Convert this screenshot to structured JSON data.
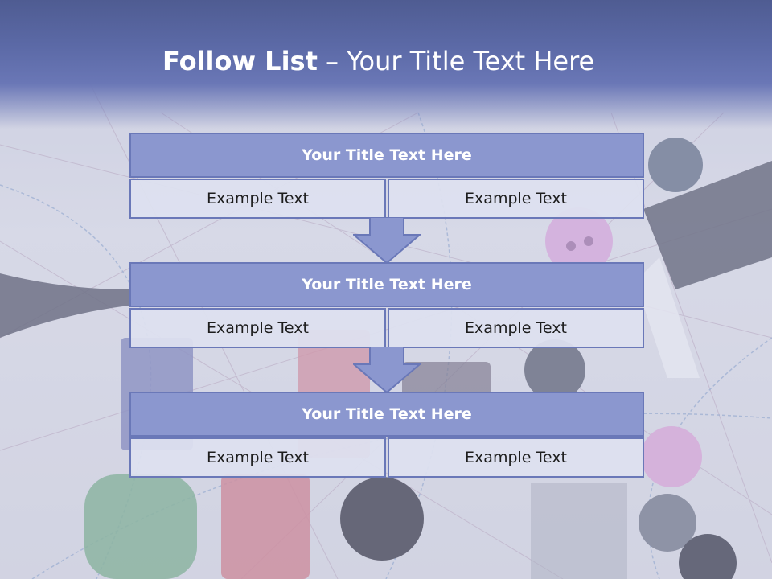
{
  "slide": {
    "title_bold": "Follow List",
    "title_rest": " – Your Title Text Here"
  },
  "follow_list": [
    {
      "title": "Your Title Text Here",
      "left_text": "Example Text",
      "right_text": "Example Text"
    },
    {
      "title": "Your Title Text Here",
      "left_text": "Example Text",
      "right_text": "Example Text"
    },
    {
      "title": "Your Title Text Here",
      "left_text": "Example Text",
      "right_text": "Example Text"
    }
  ],
  "colors": {
    "title_band": "#5b69a6",
    "header_fill": "#8b97cf",
    "border": "#6a78b8",
    "cell_fill": "#dee1f0",
    "arrow_fill": "#8b97cf"
  },
  "icons": {
    "connector": "down-arrow-icon",
    "background": "sewing-supplies-photo"
  }
}
